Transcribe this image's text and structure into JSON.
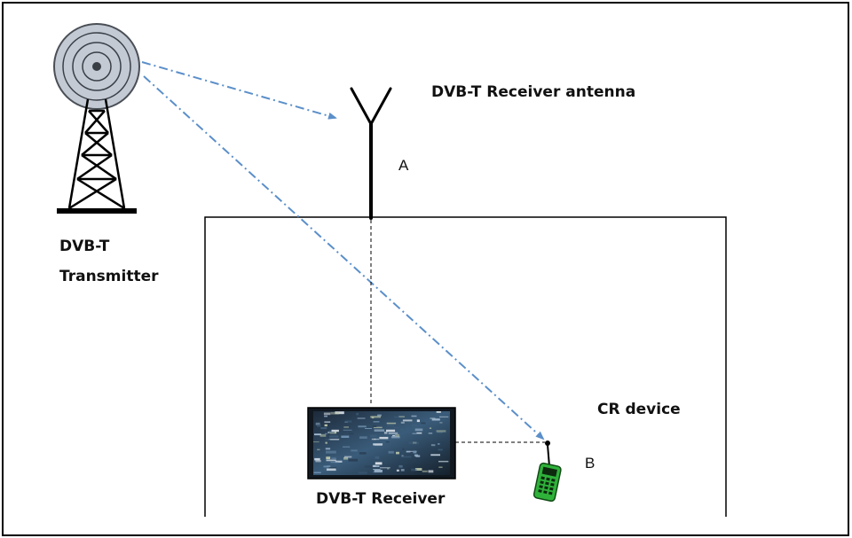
{
  "labels": {
    "transmitter_line1": "DVB-T",
    "transmitter_line2": "Transmitter",
    "receiver_antenna": "DVB-T Receiver antenna",
    "point_a": "A",
    "point_b": "B",
    "cr_device": "CR device",
    "receiver": "DVB-T Receiver"
  },
  "colors": {
    "signal_path": "#5b8fc9",
    "tower": "#000000",
    "dish_fill": "#c3cad4",
    "phone_body": "#2fb23a",
    "frame": "#000000"
  },
  "icons": {
    "transmitter": "broadcast-tower-icon",
    "antenna": "antenna-icon",
    "receiver": "tv-screen-icon",
    "cr_device": "mobile-phone-icon"
  }
}
